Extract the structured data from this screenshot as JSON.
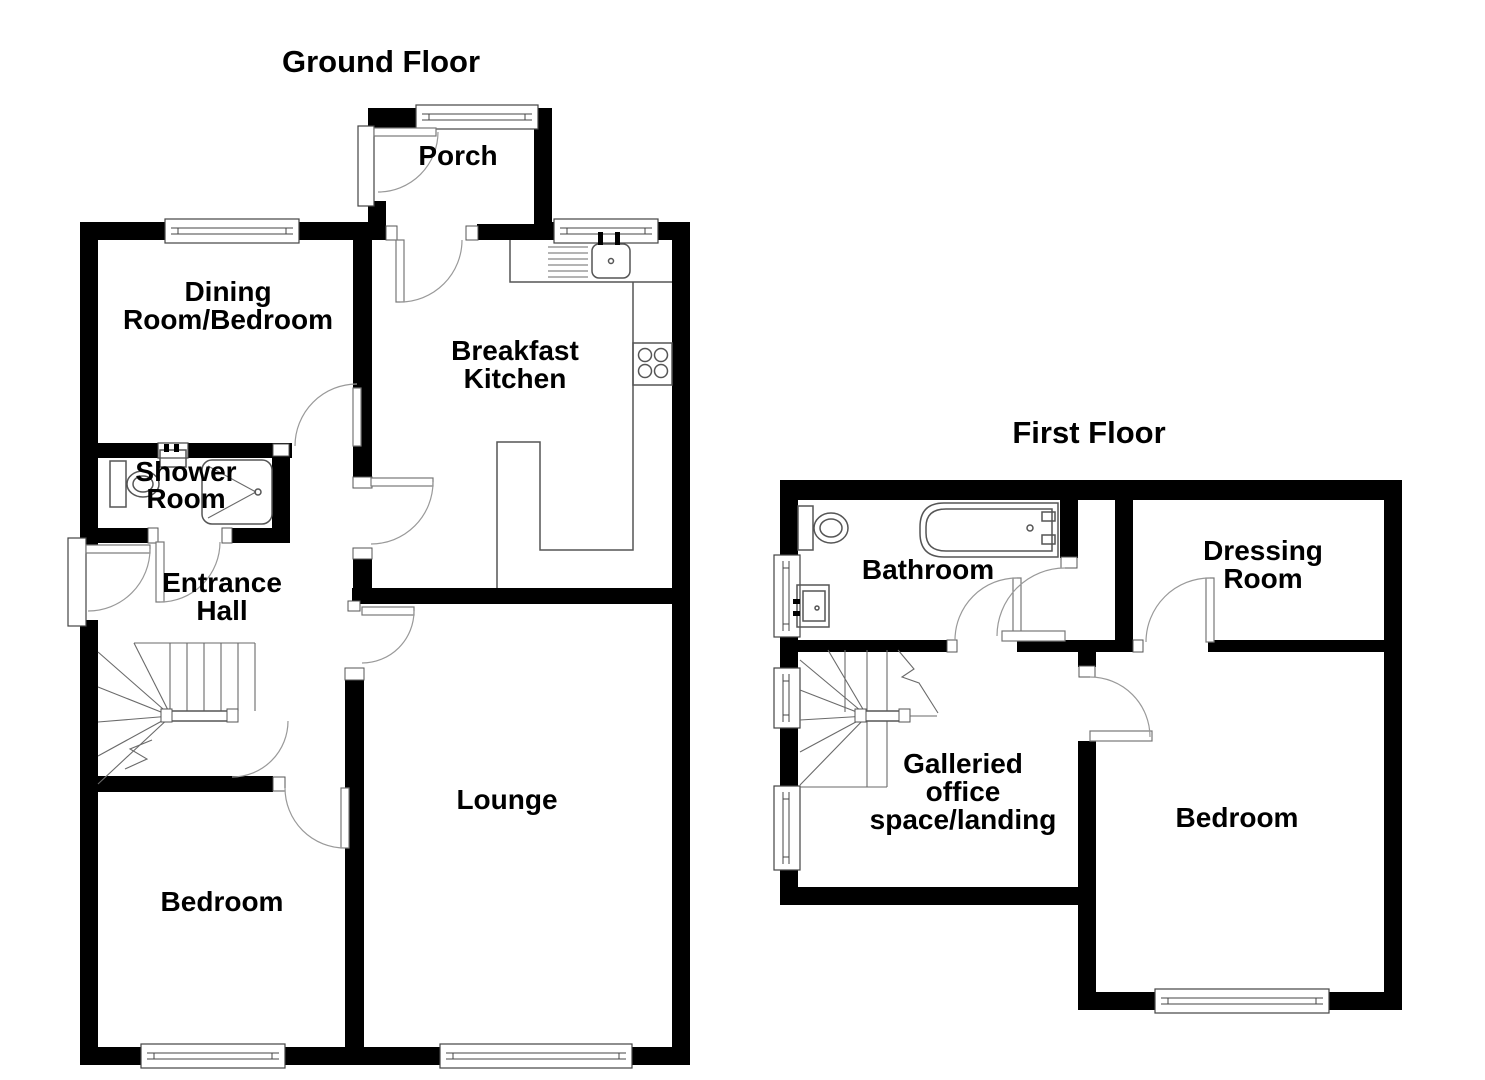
{
  "ground_floor": {
    "title": "Ground Floor",
    "rooms": {
      "porch": "Porch",
      "dining_room": [
        "Dining",
        "Room/Bedroom"
      ],
      "breakfast_kitchen": [
        "Breakfast",
        "Kitchen"
      ],
      "shower_room": [
        "Shower",
        "Room"
      ],
      "entrance_hall": [
        "Entrance",
        "Hall"
      ],
      "lounge": "Lounge",
      "bedroom": "Bedroom"
    }
  },
  "first_floor": {
    "title": "First Floor",
    "rooms": {
      "bathroom": "Bathroom",
      "dressing_room": [
        "Dressing",
        "Room"
      ],
      "galleried_landing": [
        "Galleried",
        "office",
        "space/landing"
      ],
      "bedroom": "Bedroom"
    }
  },
  "colors": {
    "wall": "#000000",
    "background": "#ffffff",
    "fixture_line": "#555555",
    "door_swing_line": "#999999",
    "text": "#000000"
  }
}
